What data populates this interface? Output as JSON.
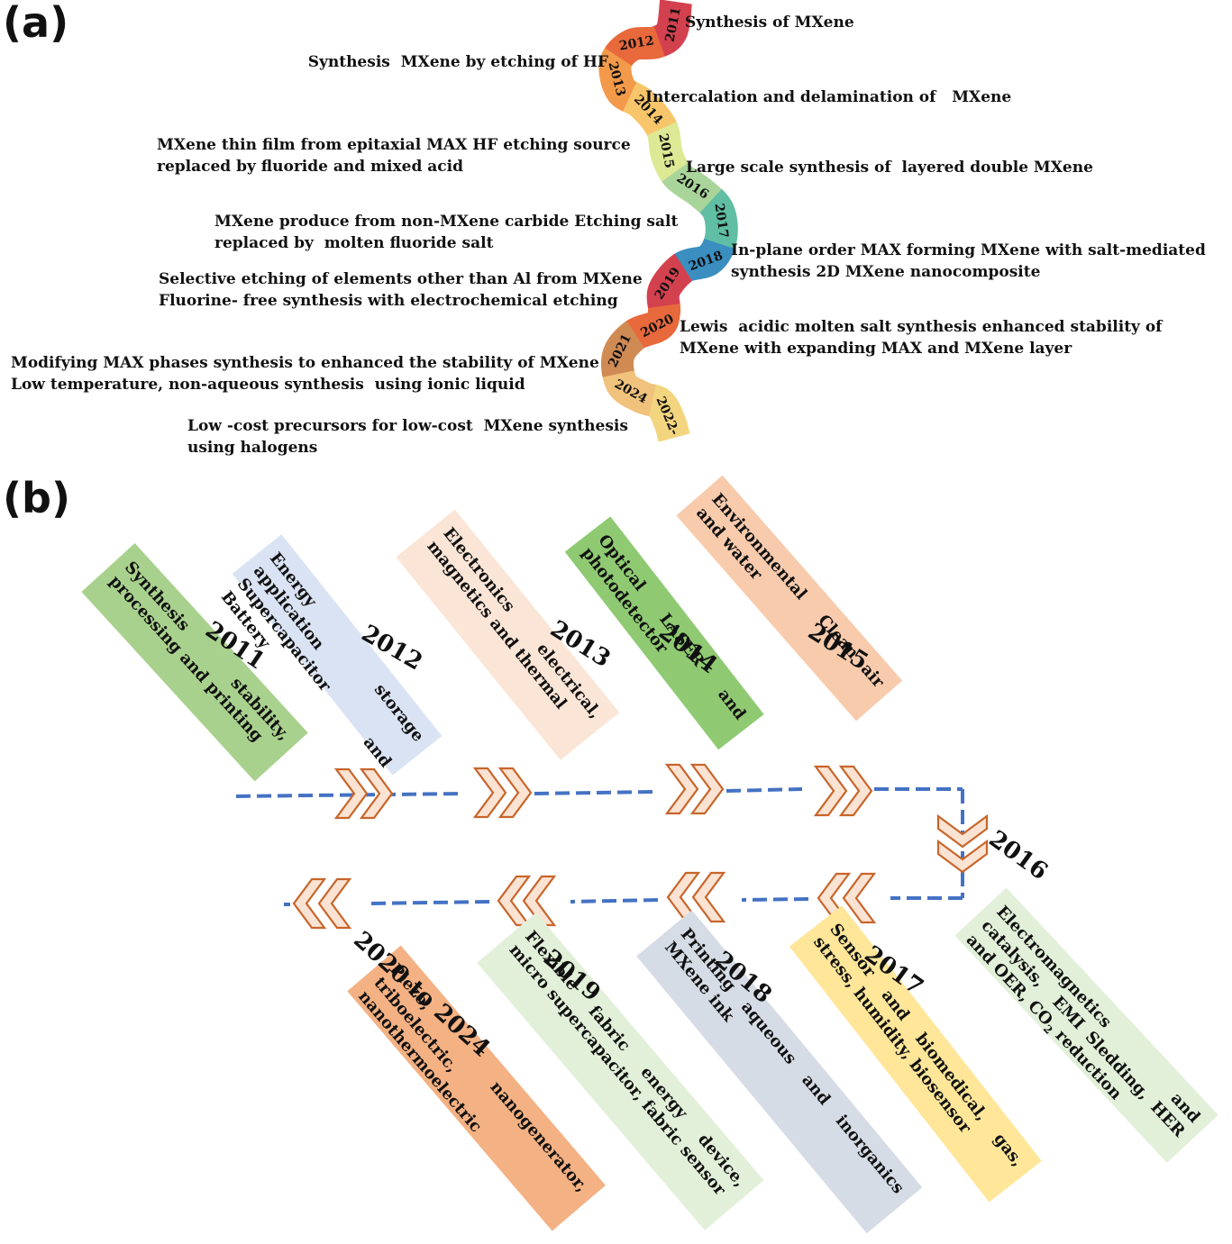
{
  "panel_a": {
    "label": "(a)",
    "segment_years": [
      "2011",
      "2012",
      "2013",
      "2014",
      "2015",
      "2016",
      "2017",
      "2018",
      "2019",
      "2020",
      "2021",
      "2024",
      "2022-"
    ],
    "segment_colors": [
      "#d4414e",
      "#e8693c",
      "#f39a4a",
      "#f8c66a",
      "#dde995",
      "#a9d59a",
      "#5fbea3",
      "#3a8ec0",
      "#d4414e",
      "#e8693c",
      "#d08a54",
      "#f0c27c",
      "#f2d57e"
    ],
    "events": [
      {
        "lines": [
          "Synthesis of MXene"
        ]
      },
      {
        "lines": [
          "Synthesis  MXene by etching of HF"
        ]
      },
      {
        "lines": [
          "Intercalation and delamination of   MXene"
        ]
      },
      {
        "lines": [
          "MXene thin film from epitaxial MAX HF etching source",
          "replaced by fluoride and mixed acid"
        ]
      },
      {
        "lines": [
          "Large scale synthesis of  layered double MXene"
        ]
      },
      {
        "lines": [
          "MXene produce from non-MXene carbide Etching salt",
          "replaced by  molten fluoride salt"
        ]
      },
      {
        "lines": [
          "In-plane order MAX forming MXene with salt-mediated",
          "synthesis 2D MXene nanocomposite"
        ]
      },
      {
        "lines": [
          "Selective etching of elements other than Al from MXene",
          "Fluorine- free synthesis with electrochemical etching"
        ]
      },
      {
        "lines": [
          "Lewis  acidic molten salt synthesis enhanced stability of",
          "MXene with expanding MAX and MXene layer"
        ]
      },
      {
        "lines": [
          "Modifying MAX phases synthesis to enhanced the stability of MXene",
          "Low temperature, non-aqueous synthesis  using ionic liquid"
        ]
      },
      {
        "lines": [
          "Low -cost precursors for low-cost  MXene synthesis",
          "using halogens"
        ]
      }
    ]
  },
  "panel_b": {
    "label": "(b)",
    "line_color": "#4472c4",
    "chevron_color": "#c8652a",
    "milestones": [
      {
        "year": "2011",
        "text": "Synthesis  stability,  processing and printing",
        "color": "#a9d18e"
      },
      {
        "year": "2012",
        "text": "Energy storage application Supercapacitor and Battery",
        "color": "#dae3f3"
      },
      {
        "year": "2013",
        "text": "Electronics electrical, magnetics and thermal",
        "color": "#fbe5d6"
      },
      {
        "year": "2014",
        "text": "Optical LASER and photodetector",
        "color": "#8fca72"
      },
      {
        "year": "2015",
        "text": "Environmental  Clean air and water",
        "color": "#f8cbad"
      },
      {
        "year": "2016",
        "text": "Electromagnetics  and  catalysis,  EMI Sledding, HER and OER, CO",
        "sub": "2",
        "tail": " reduction",
        "color": "#e2f0d9"
      },
      {
        "year": "2017",
        "text": "Sensor  and  biomedical,  gas,  stress, humidity, biosensor",
        "color": "#ffe699"
      },
      {
        "year": "2018",
        "text": "Printing aqueous and inorganics MXene ink",
        "color": "#d6dce5"
      },
      {
        "year": "2019",
        "text": "Flexible  fabric  energy  device,  micro supercapacitor, fabric sensor",
        "color": "#e2f0d9"
      },
      {
        "year": "2020 to 2024",
        "text": "Piezo, nanogenerator, triboelectric, nanothermoelectric",
        "color": "#f4b183"
      }
    ]
  }
}
